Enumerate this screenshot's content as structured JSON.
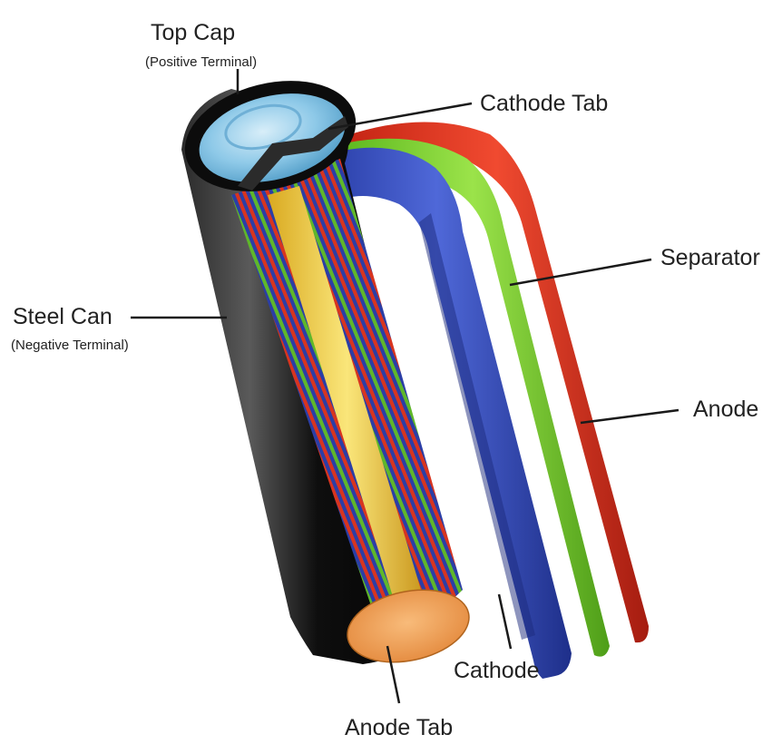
{
  "labels": {
    "top_cap": "Top Cap",
    "top_cap_sub": "(Positive Terminal)",
    "cathode_tab": "Cathode Tab",
    "separator": "Separator",
    "steel_can": "Steel Can",
    "steel_can_sub": "(Negative Terminal)",
    "anode": "Anode",
    "cathode": "Cathode",
    "anode_tab": "Anode Tab"
  },
  "colors": {
    "steel_can": "#141414",
    "top_cap": "#8ec9e8",
    "cathode_layer": "#2f47b8",
    "separator_layer": "#7cd22e",
    "anode_layer": "#e0301e",
    "anode_tab": "#f0a35c",
    "core_yellow": "#f2d24a",
    "leader_line": "#1a1a1a",
    "label_text": "#222222"
  }
}
